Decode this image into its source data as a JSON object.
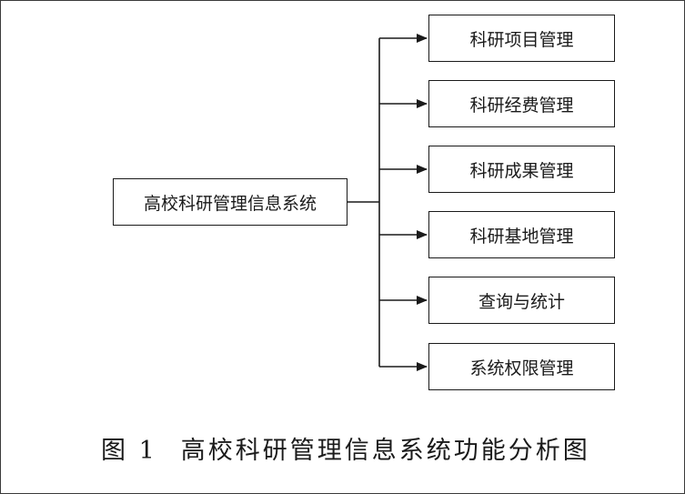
{
  "diagram": {
    "root": {
      "label": "高校科研管理信息系统"
    },
    "children": [
      {
        "label": "科研项目管理"
      },
      {
        "label": "科研经费管理"
      },
      {
        "label": "科研成果管理"
      },
      {
        "label": "科研基地管理"
      },
      {
        "label": "查询与统计"
      },
      {
        "label": "系统权限管理"
      }
    ],
    "line_color": "#1a1a1a"
  },
  "caption": {
    "figure_number": "图 1",
    "title": "高校科研管理信息系统功能分析图"
  }
}
